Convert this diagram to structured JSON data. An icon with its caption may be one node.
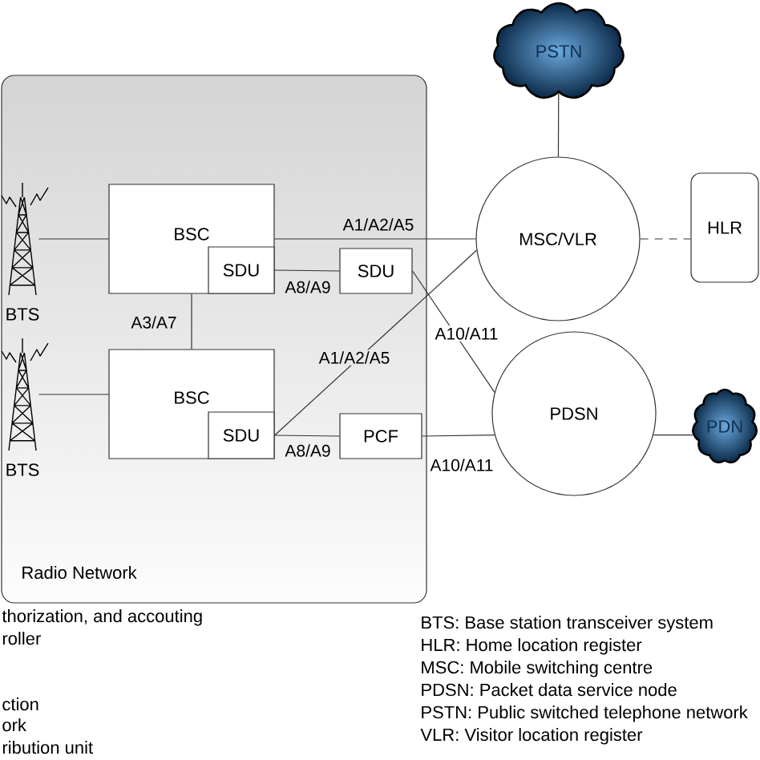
{
  "diagram": {
    "nodes": [
      {
        "text": [
          "Radio Network"
        ]
      },
      {
        "text": [
          "PSTN"
        ]
      },
      {
        "text": [
          "BTS"
        ],
        "in": 0
      },
      {
        "text": [
          "BSC"
        ],
        "in": 0
      },
      {
        "text": [
          "SDU"
        ],
        "in": 3
      },
      {
        "text": [
          "SDU"
        ],
        "in": 0
      },
      {
        "text": [
          "MSC/VLR"
        ]
      },
      {
        "text": [
          "HLR"
        ]
      },
      {
        "text": [
          "BTS"
        ],
        "in": 0
      },
      {
        "text": [
          "BSC"
        ],
        "in": 0
      },
      {
        "text": [
          "SDU"
        ],
        "in": 9
      },
      {
        "text": [
          "PCF"
        ],
        "in": 0
      },
      {
        "text": [
          "PDSN"
        ]
      },
      {
        "text": [
          "PDN"
        ]
      }
    ],
    "edges": [
      {
        "from": 1,
        "to": 6,
        "arrow": "none"
      },
      {
        "from": 2,
        "to": 3,
        "arrow": "none"
      },
      {
        "from": 3,
        "to": 6,
        "arrow": "none",
        "label": "A1/A2/A5"
      },
      {
        "from": 6,
        "to": 7,
        "arrow": "none",
        "style": "dashed"
      },
      {
        "from": 4,
        "to": 5,
        "arrow": "none",
        "label": "A8/A9"
      },
      {
        "from": 3,
        "to": 9,
        "arrow": "none",
        "label": "A3/A7"
      },
      {
        "from": 5,
        "to": 12,
        "arrow": "none",
        "label": "A10/A11"
      },
      {
        "from": 10,
        "to": 6,
        "arrow": "none",
        "label": "A1/A2/A5"
      },
      {
        "from": 8,
        "to": 9,
        "arrow": "none"
      },
      {
        "from": 10,
        "to": 11,
        "arrow": "none",
        "label": "A8/A9"
      },
      {
        "from": 11,
        "to": 12,
        "arrow": "none",
        "label": "A10/A11"
      },
      {
        "from": 12,
        "to": 13,
        "arrow": "none"
      }
    ],
    "labels": [
      "thorization, and accouting",
      "roller",
      "ction",
      "ork",
      "ribution unit",
      "BTS: Base station transceiver system",
      "HLR: Home location register",
      "MSC: Mobile switching centre",
      "PDSN: Packet data service node",
      "PSTN: Public switched telephone network",
      "VLR: Visitor location register"
    ]
  }
}
